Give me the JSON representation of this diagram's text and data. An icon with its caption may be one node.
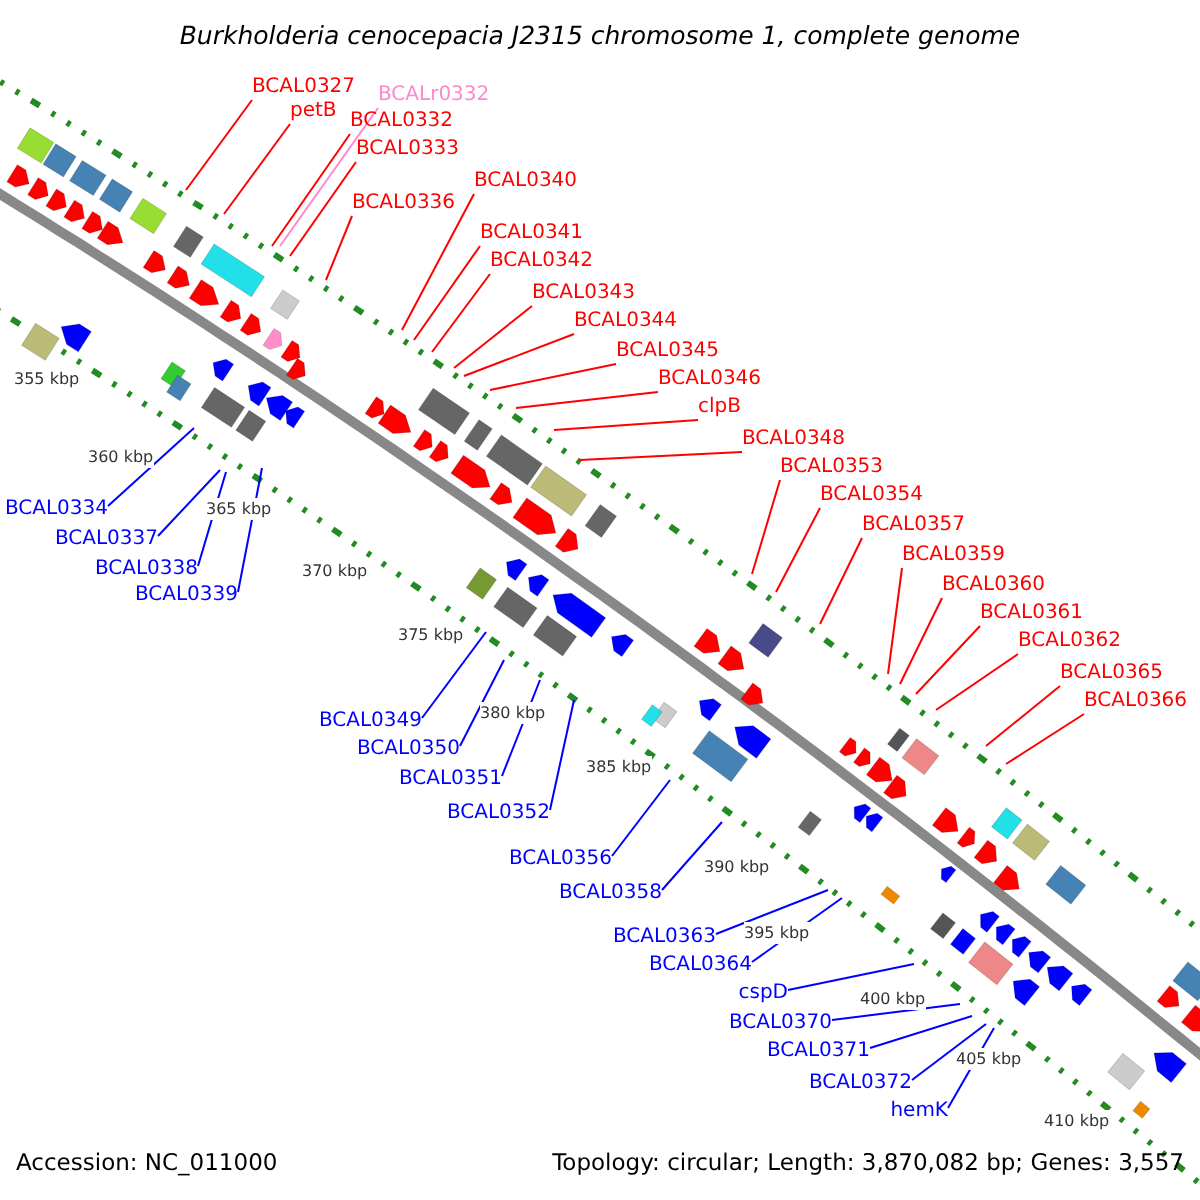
{
  "diagram": {
    "title": "Burkholderia cenocepacia J2315 chromosome 1, complete genome",
    "nodes": [
      {
        "text": [
          "BCAL0327"
        ]
      },
      {
        "text": [
          "petB"
        ]
      },
      {
        "text": [
          "BCALr0332"
        ]
      },
      {
        "text": [
          "BCAL0332"
        ]
      },
      {
        "text": [
          "BCAL0333"
        ]
      },
      {
        "text": [
          "BCAL0336"
        ]
      },
      {
        "text": [
          "BCAL0340"
        ]
      },
      {
        "text": [
          "BCAL0341"
        ]
      },
      {
        "text": [
          "BCAL0342"
        ]
      },
      {
        "text": [
          "BCAL0343"
        ]
      },
      {
        "text": [
          "BCAL0344"
        ]
      },
      {
        "text": [
          "BCAL0345"
        ]
      },
      {
        "text": [
          "BCAL0346"
        ]
      },
      {
        "text": [
          "clpB"
        ]
      },
      {
        "text": [
          "BCAL0348"
        ]
      },
      {
        "text": [
          "BCAL0353"
        ]
      },
      {
        "text": [
          "BCAL0354"
        ]
      },
      {
        "text": [
          "BCAL0357"
        ]
      },
      {
        "text": [
          "BCAL0359"
        ]
      },
      {
        "text": [
          "BCAL0360"
        ]
      },
      {
        "text": [
          "BCAL0361"
        ]
      },
      {
        "text": [
          "BCAL0362"
        ]
      },
      {
        "text": [
          "BCAL0365"
        ]
      },
      {
        "text": [
          "BCAL0366"
        ]
      },
      {
        "text": [
          "BCAL0334"
        ]
      },
      {
        "text": [
          "BCAL0337"
        ]
      },
      {
        "text": [
          "BCAL0338"
        ]
      },
      {
        "text": [
          "BCAL0339"
        ]
      },
      {
        "text": [
          "BCAL0349"
        ]
      },
      {
        "text": [
          "BCAL0350"
        ]
      },
      {
        "text": [
          "BCAL0351"
        ]
      },
      {
        "text": [
          "BCAL0352"
        ]
      },
      {
        "text": [
          "BCAL0356"
        ]
      },
      {
        "text": [
          "BCAL0358"
        ]
      },
      {
        "text": [
          "BCAL0363"
        ]
      },
      {
        "text": [
          "BCAL0364"
        ]
      },
      {
        "text": [
          "cspD"
        ]
      },
      {
        "text": [
          "BCAL0370"
        ]
      },
      {
        "text": [
          "BCAL0371"
        ]
      },
      {
        "text": [
          "BCAL0372"
        ]
      },
      {
        "text": [
          "hemK"
        ]
      }
    ],
    "edges": [
      {
        "from": 0,
        "to": null,
        "arrow": "none"
      },
      {
        "from": 1,
        "to": null,
        "arrow": "none"
      },
      {
        "from": 2,
        "to": null,
        "arrow": "none",
        "color": "#ff88cc"
      },
      {
        "from": 3,
        "to": null,
        "arrow": "none"
      },
      {
        "from": 4,
        "to": null,
        "arrow": "none"
      },
      {
        "from": 5,
        "to": null,
        "arrow": "none"
      },
      {
        "from": 6,
        "to": null,
        "arrow": "none"
      },
      {
        "from": 7,
        "to": null,
        "arrow": "none"
      },
      {
        "from": 8,
        "to": null,
        "arrow": "none"
      },
      {
        "from": 9,
        "to": null,
        "arrow": "none"
      },
      {
        "from": 10,
        "to": null,
        "arrow": "none"
      },
      {
        "from": 11,
        "to": null,
        "arrow": "none"
      },
      {
        "from": 12,
        "to": null,
        "arrow": "none"
      },
      {
        "from": 13,
        "to": null,
        "arrow": "none"
      },
      {
        "from": 14,
        "to": null,
        "arrow": "none"
      },
      {
        "from": 15,
        "to": null,
        "arrow": "none"
      },
      {
        "from": 16,
        "to": null,
        "arrow": "none"
      },
      {
        "from": 17,
        "to": null,
        "arrow": "none"
      },
      {
        "from": 18,
        "to": null,
        "arrow": "none"
      },
      {
        "from": 19,
        "to": null,
        "arrow": "none"
      },
      {
        "from": 20,
        "to": null,
        "arrow": "none"
      },
      {
        "from": 21,
        "to": null,
        "arrow": "none"
      },
      {
        "from": 22,
        "to": null,
        "arrow": "none"
      },
      {
        "from": 23,
        "to": null,
        "arrow": "none"
      },
      {
        "from": 24,
        "to": null,
        "arrow": "none",
        "color": "#0000ff"
      },
      {
        "from": 25,
        "to": null,
        "arrow": "none",
        "color": "#0000ff"
      },
      {
        "from": 26,
        "to": null,
        "arrow": "none",
        "color": "#0000ff"
      },
      {
        "from": 27,
        "to": null,
        "arrow": "none",
        "color": "#0000ff"
      },
      {
        "from": 28,
        "to": null,
        "arrow": "none",
        "color": "#0000ff"
      },
      {
        "from": 29,
        "to": null,
        "arrow": "none",
        "color": "#0000ff"
      },
      {
        "from": 30,
        "to": null,
        "arrow": "none",
        "color": "#0000ff"
      },
      {
        "from": 31,
        "to": null,
        "arrow": "none",
        "color": "#0000ff"
      },
      {
        "from": 32,
        "to": null,
        "arrow": "none",
        "color": "#0000ff"
      },
      {
        "from": 33,
        "to": null,
        "arrow": "none",
        "color": "#0000ff"
      },
      {
        "from": 34,
        "to": null,
        "arrow": "none",
        "color": "#0000ff"
      },
      {
        "from": 35,
        "to": null,
        "arrow": "none",
        "color": "#0000ff"
      },
      {
        "from": 36,
        "to": null,
        "arrow": "none",
        "color": "#0000ff"
      },
      {
        "from": 37,
        "to": null,
        "arrow": "none",
        "color": "#0000ff"
      },
      {
        "from": 38,
        "to": null,
        "arrow": "none",
        "color": "#0000ff"
      },
      {
        "from": 39,
        "to": null,
        "arrow": "none",
        "color": "#0000ff"
      },
      {
        "from": 40,
        "to": null,
        "arrow": "none",
        "color": "#0000ff"
      }
    ],
    "labels": [
      "355 kbp",
      "360 kbp",
      "365 kbp",
      "370 kbp",
      "375 kbp",
      "380 kbp",
      "385 kbp",
      "390 kbp",
      "395 kbp",
      "400 kbp",
      "405 kbp",
      "410 kbp",
      "Accession: NC_011000",
      "Topology: circular; Length: 3,870,082 bp; Genes: 3,557"
    ]
  }
}
